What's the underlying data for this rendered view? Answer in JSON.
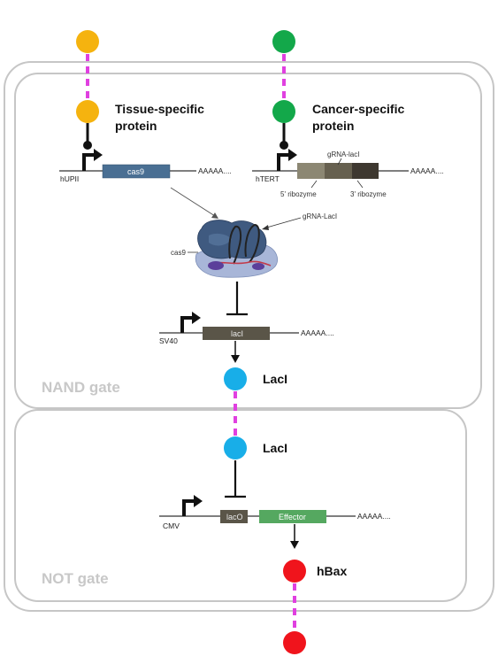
{
  "gates": {
    "nand_label": "NAND gate",
    "not_label": "NOT gate"
  },
  "proteins": {
    "tissue_line1": "Tissue-specific",
    "tissue_line2": "protein",
    "cancer_line1": "Cancer-specific",
    "cancer_line2": "protein",
    "laci_top": "LacI",
    "laci_bottom": "LacI",
    "hbax": "hBax"
  },
  "constructs": {
    "hupii": {
      "promoter": "hUPII",
      "gene": "cas9",
      "polyA": "AAAAA...."
    },
    "htert": {
      "promoter": "hTERT",
      "label_above": "gRNA-lacI",
      "ribozyme5": "5' ribozyme",
      "ribozyme3": "3' ribozyme",
      "polyA": "AAAAA...."
    },
    "sv40": {
      "promoter": "SV40",
      "gene": "lacI",
      "polyA": "AAAAA...."
    },
    "cmv": {
      "promoter": "CMV",
      "operator": "lacO",
      "gene": "Effector",
      "polyA": "AAAAA...."
    }
  },
  "complex": {
    "cas9_label": "cas9",
    "grna_label": "gRNA-LacI"
  },
  "colors": {
    "tissue_protein": "#f5b30f",
    "cancer_protein": "#13a84a",
    "laci": "#18aee8",
    "hbax": "#f0141c",
    "linker": "#e040e0",
    "cas9_gene": "#4a6f93",
    "effector": "#55a860",
    "laci_gene": "#5a5548",
    "laco": "#5a5548",
    "gate_border": "#c6c6c6"
  }
}
